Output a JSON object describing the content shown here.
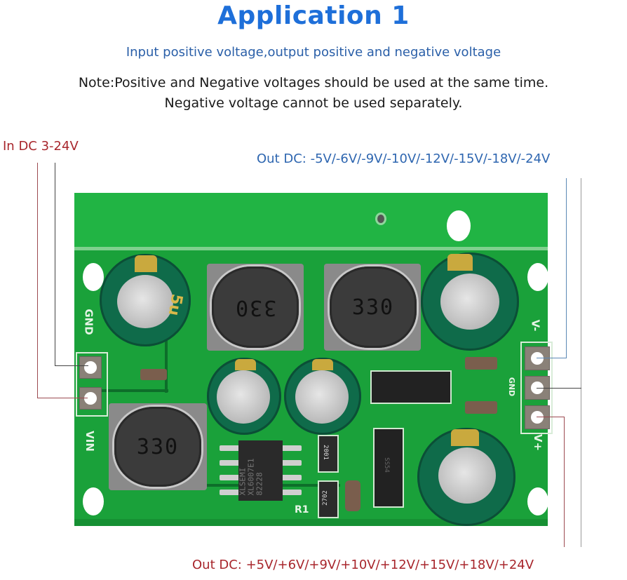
{
  "header": {
    "title": "Application 1",
    "subtitle": "Input positive voltage,output positive and negative voltage",
    "note_line1": "Note:Positive and Negative voltages should be used at the same time.",
    "note_line2": "Negative voltage cannot be used separately."
  },
  "labels": {
    "input": "In DC 3-24V",
    "negative_output": "Out DC: -5V/-6V/-9V/-10V/-12V/-15V/-18V/-24V",
    "positive_output": "Out DC: +5V/+6V/+9V/+10V/+12V/+15V/+18V/+24V"
  },
  "board": {
    "left_pins": {
      "gnd": "GND",
      "vin": "VIN"
    },
    "right_pins": {
      "v_minus": "V-",
      "gnd": "GND",
      "v_plus": "V+"
    },
    "inductors": [
      "330",
      "330",
      "330"
    ],
    "ic_marking": [
      "XLSEMI",
      "XL6007E1",
      "82228"
    ],
    "resistors": [
      "2001",
      "2702"
    ],
    "ref_designator": "R1",
    "diode_marking": "SS54"
  },
  "colors": {
    "title": "#1e6fd9",
    "subtitle": "#2a5fa8",
    "input_label": "#a8262c",
    "negative_label": "#2e66b0",
    "positive_label": "#a8262c",
    "pcb_green": "#1aa13a"
  }
}
